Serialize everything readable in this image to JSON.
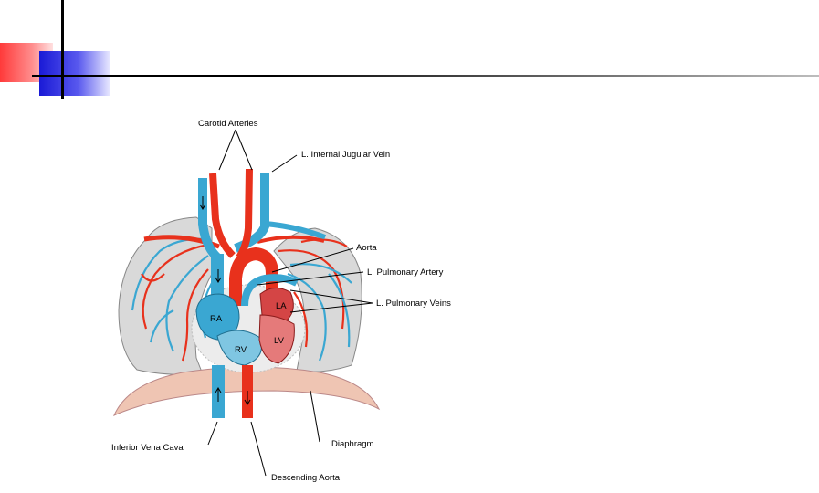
{
  "diagram": {
    "labels": {
      "carotid_arteries": "Carotid Arteries",
      "internal_jugular_vein": "L. Internal Jugular Vein",
      "aorta": "Aorta",
      "pulmonary_artery": "L. Pulmonary Artery",
      "pulmonary_veins": "L. Pulmonary Veins",
      "inferior_vena_cava": "Inferior Vena Cava",
      "diaphragm": "Diaphragm",
      "descending_aorta": "Descending Aorta",
      "ra": "RA",
      "rv": "RV",
      "la": "LA",
      "lv": "LV"
    },
    "colors": {
      "artery": "#e8311c",
      "vein": "#3aa7d2",
      "lung": "#d9d9d9",
      "diaphragm": "#efc5b3",
      "pericardium": "#ececec"
    }
  }
}
